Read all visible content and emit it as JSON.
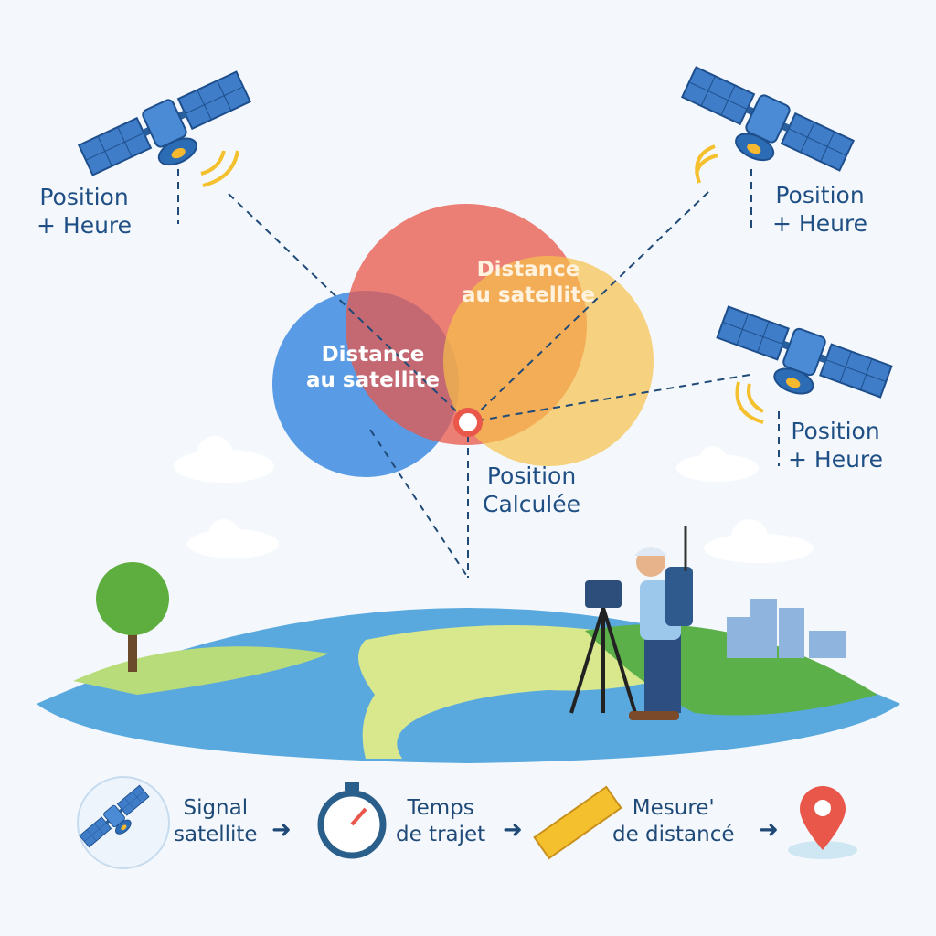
{
  "satellites": [
    {
      "label_line1": "Position",
      "label_line2": "+ Heure"
    },
    {
      "label_line1": "Position",
      "label_line2": "+ Heure"
    },
    {
      "label_line1": "Position",
      "label_line2": "+ Heure"
    }
  ],
  "circles": {
    "blue_label": [
      "Distance",
      "au satellite"
    ],
    "red_label": [
      "Distance",
      "au satellite"
    ]
  },
  "computed_position": [
    "Position",
    "Calculée"
  ],
  "steps": [
    {
      "line1": "Signal",
      "line2": "satellite"
    },
    {
      "line1": "Temps",
      "line2": "de trajet"
    },
    {
      "line1": "Mesure'",
      "line2": "de distancé"
    }
  ],
  "colors": {
    "blue": "#3d8be0",
    "red": "#e8574a",
    "yellow": "#f7c04a",
    "text": "#1f4f84"
  }
}
